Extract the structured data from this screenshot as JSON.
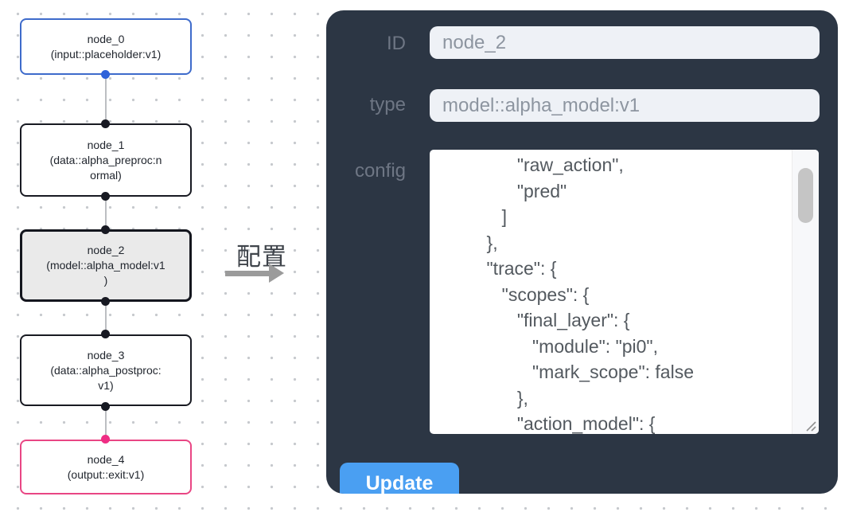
{
  "flow": {
    "nodes": [
      {
        "id": "node_0",
        "kind": "input",
        "lines": [
          "node_0",
          "(input::placeholder:v1)",
          ""
        ]
      },
      {
        "id": "node_1",
        "kind": "default",
        "lines": [
          "node_1",
          "(data::alpha_preproc:n",
          "ormal)"
        ]
      },
      {
        "id": "node_2",
        "kind": "selected",
        "lines": [
          "node_2",
          "(model::alpha_model:v1",
          ")"
        ]
      },
      {
        "id": "node_3",
        "kind": "default",
        "lines": [
          "node_3",
          "(data::alpha_postproc:",
          "v1)"
        ]
      },
      {
        "id": "node_4",
        "kind": "output",
        "lines": [
          "node_4",
          "(output::exit:v1)",
          ""
        ]
      }
    ]
  },
  "annotation": {
    "label": "配置"
  },
  "panel": {
    "id_label": "ID",
    "id_value": "node_2",
    "type_label": "type",
    "type_value": "model::alpha_model:v1",
    "config_label": "config",
    "config_lines": [
      "               \"raw_action\",",
      "               \"pred\"",
      "            ]",
      "         },",
      "         \"trace\": {",
      "            \"scopes\": {",
      "               \"final_layer\": {",
      "                  \"module\": \"pi0\",",
      "                  \"mark_scope\": false",
      "               },",
      "               \"action_model\": {"
    ],
    "update_label": "Update"
  },
  "colors": {
    "panel_background": "#2c3644",
    "update_button": "#4a9ff2",
    "input_node_accent": "#3e6bcb",
    "output_node_accent": "#e94684",
    "selected_node_background": "#eaeaea",
    "handle_blue": "#2f62d9",
    "handle_pink": "#ef2d84",
    "handle_black": "#171922",
    "canvas_dot": "#c6c9cd"
  }
}
